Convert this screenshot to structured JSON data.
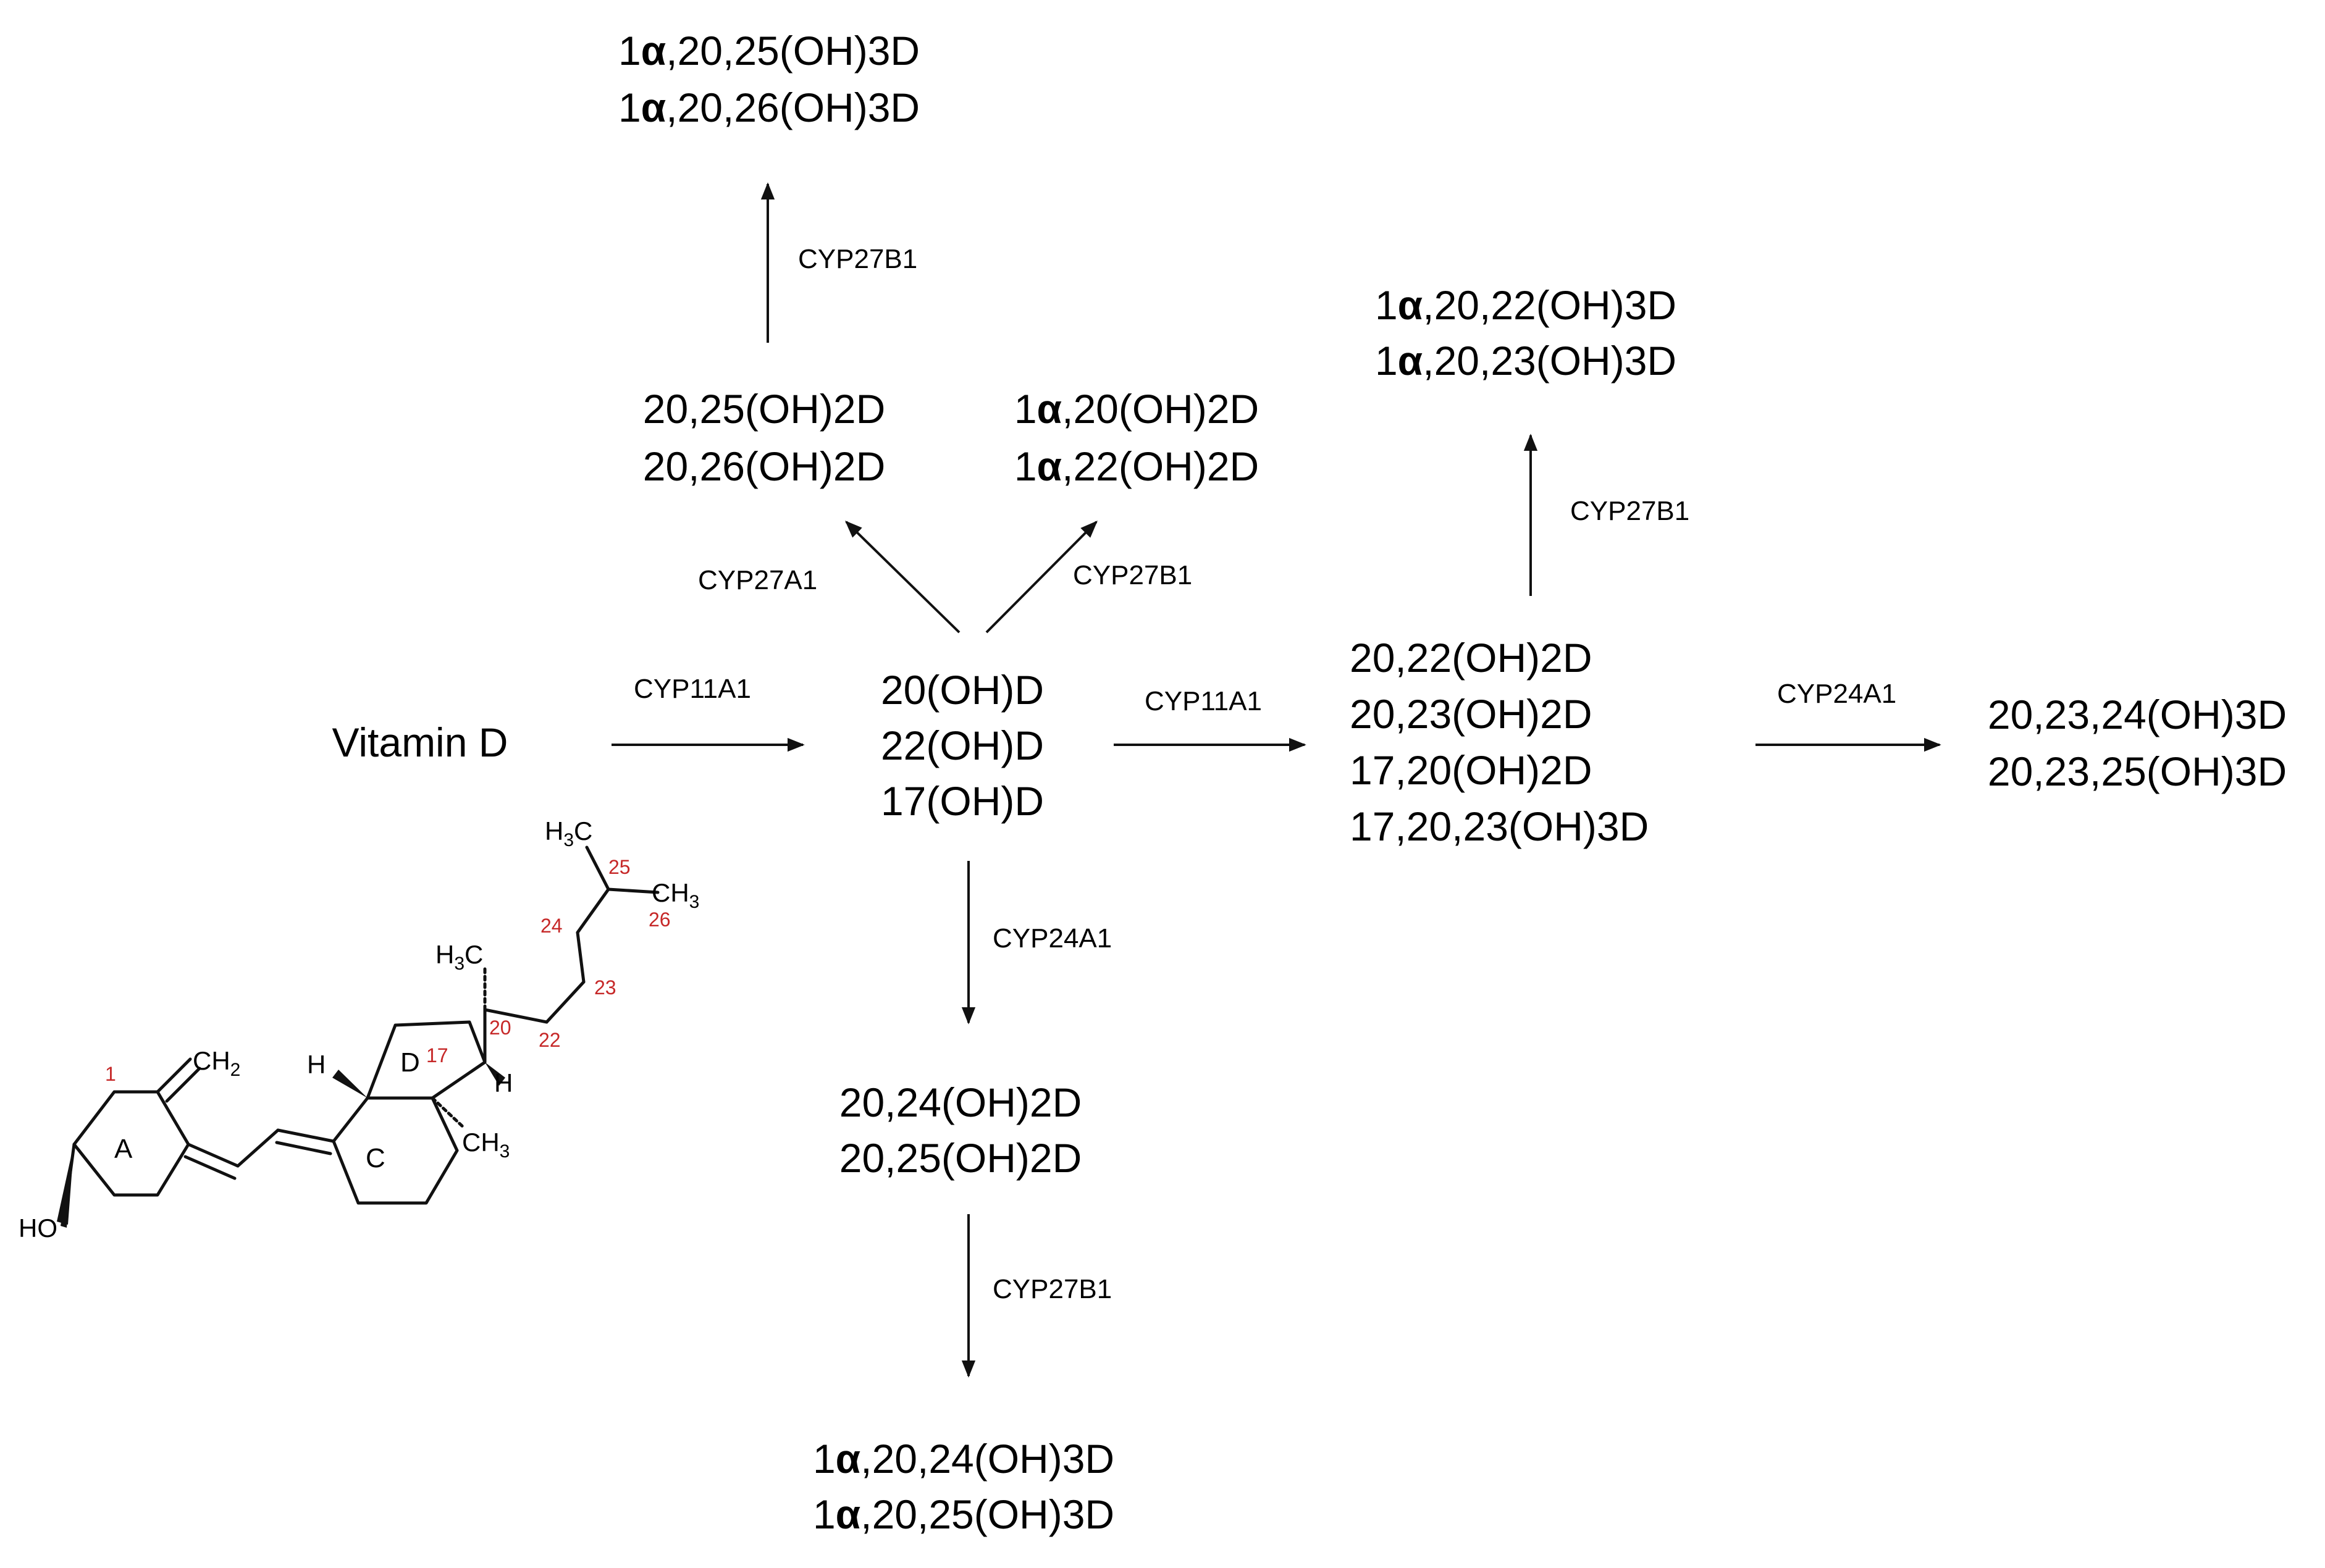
{
  "compounds": {
    "vitamin_d": [
      "Vitamin D"
    ],
    "hydroxy_mono": [
      "20(OH)D",
      "22(OH)D",
      "17(OH)D"
    ],
    "cyp27a1_products": [
      "20,25(OH)2D",
      "20,26(OH)2D"
    ],
    "cyp27b1_mono_products": [
      "1α,20(OH)2D",
      "1α,22(OH)2D"
    ],
    "top_trihydroxy": [
      "1α,20,25(OH)3D",
      "1α,20,26(OH)3D"
    ],
    "cyp11a1_second_products": [
      "20,22(OH)2D",
      "20,23(OH)2D",
      "17,20(OH)2D",
      "17,20,23(OH)3D"
    ],
    "right_top_trihydroxy": [
      "1α,20,22(OH)3D",
      "1α,20,23(OH)3D"
    ],
    "cyp24a1_right_products": [
      "20,23,24(OH)3D",
      "20,23,25(OH)3D"
    ],
    "cyp24a1_down_products": [
      "20,24(OH)2D",
      "20,25(OH)2D"
    ],
    "bottom_trihydroxy": [
      "1α,20,24(OH)3D",
      "1α,20,25(OH)3D"
    ]
  },
  "enzymes": {
    "vitd_to_mono": "CYP11A1",
    "mono_to_27a1": "CYP27A1",
    "mono_to_27b1": "CYP27B1",
    "top_up": "CYP27B1",
    "mono_to_second": "CYP11A1",
    "right_up": "CYP27B1",
    "right_to_far": "CYP24A1",
    "mono_down": "CYP24A1",
    "bottom_down": "CYP27B1"
  },
  "structure": {
    "atoms": {
      "ch2": "CH",
      "ch2_sub": "2",
      "ho": "HO",
      "h_left": "H",
      "h_right": "H",
      "ch3_ring": "CH",
      "ch3_ring_sub": "3",
      "h3c_20_h": "H",
      "h3c_20_sub": "3",
      "h3c_20_c": "C",
      "h3c_25_h": "H",
      "h3c_25_sub": "3",
      "h3c_25_c": "C",
      "ch3_26": "CH",
      "ch3_26_sub": "3"
    },
    "rings": {
      "a": "A",
      "c": "C",
      "d": "D"
    },
    "numbers": {
      "n1": "1",
      "n17": "17",
      "n20": "20",
      "n22": "22",
      "n23": "23",
      "n24": "24",
      "n25": "25",
      "n26": "26"
    }
  },
  "colors": {
    "carbon_number": "#c62828",
    "ink": "#111111"
  }
}
